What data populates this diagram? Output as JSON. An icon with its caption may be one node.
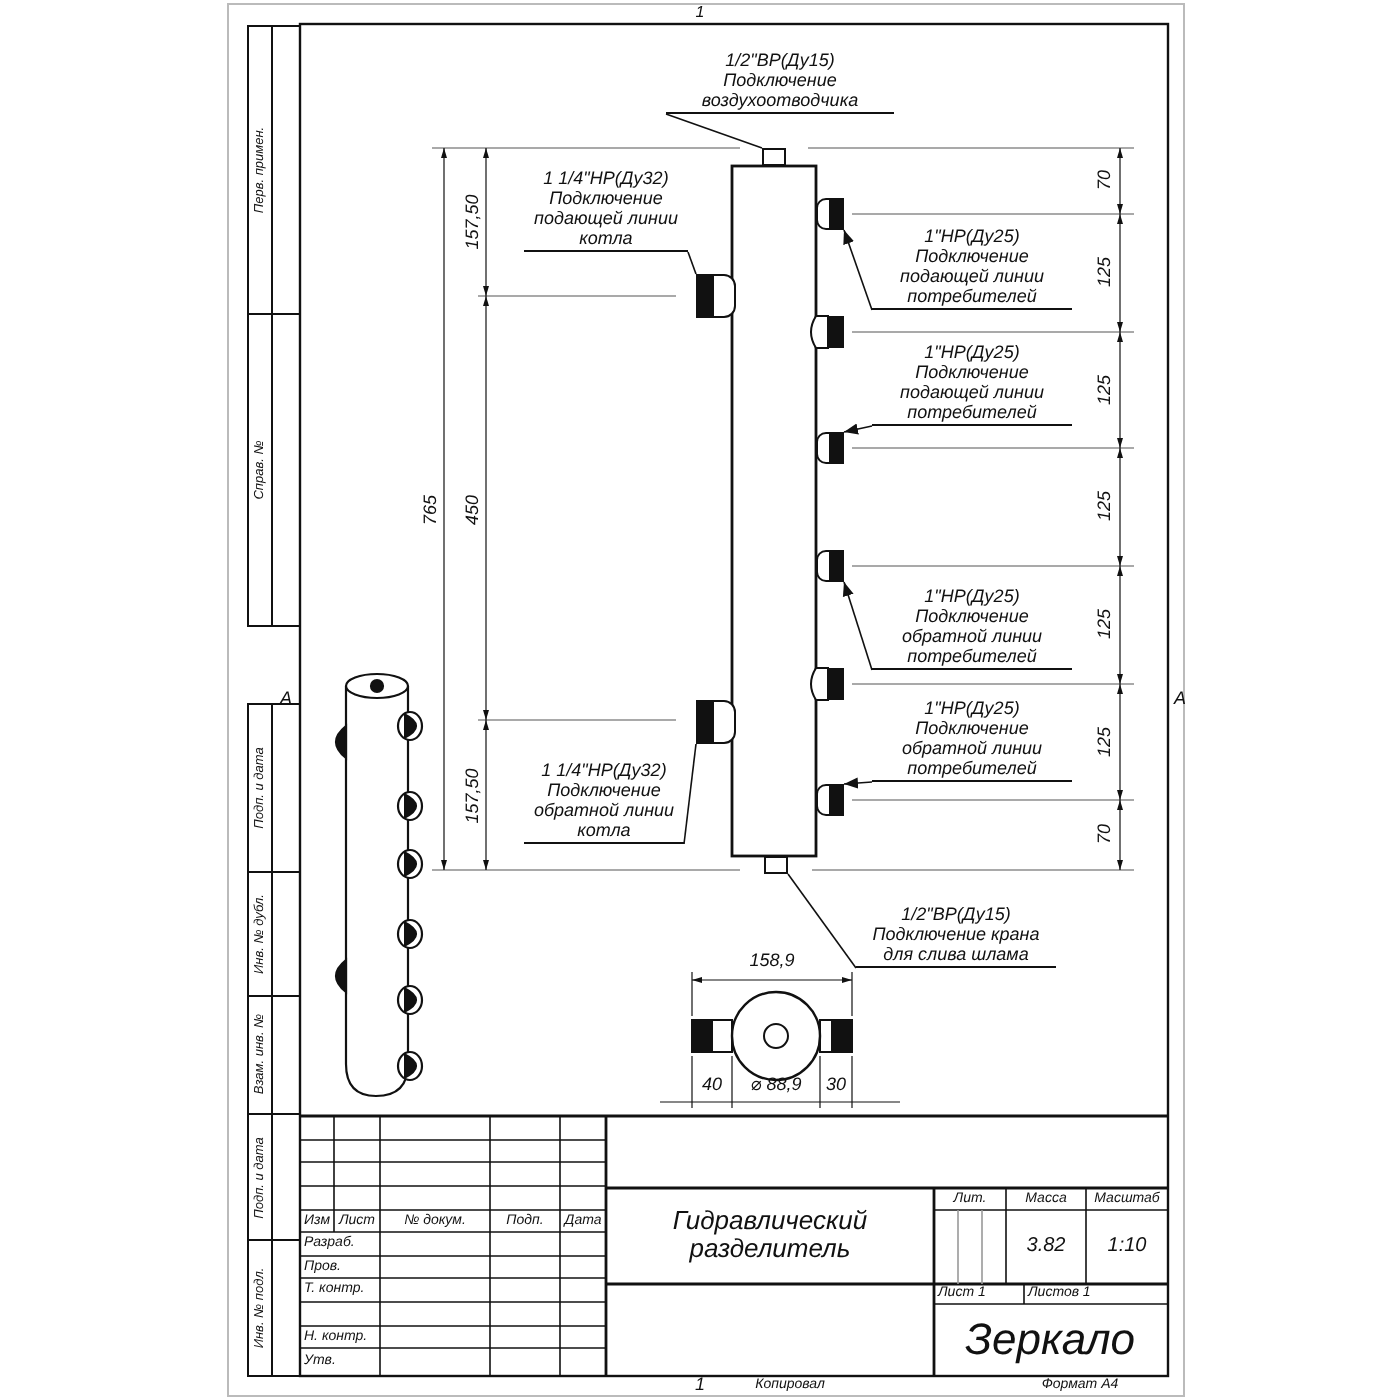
{
  "diagram": {
    "nodes": [
      {
        "text": [
          "1/2\"ВР(Ду15)",
          "Подключение воздухоотводчика"
        ]
      },
      {
        "text": [],
        "shape": "box"
      },
      {
        "text": [
          "1 1/4\"НР(Ду32)",
          "Подключение подающей линии котла"
        ]
      },
      {
        "text": [],
        "shape": "box"
      },
      {
        "text": [
          "1\"НР(Ду25)",
          "Подключение подающей линии потребителей"
        ]
      },
      {
        "text": [],
        "shape": "box"
      },
      {
        "text": [
          "1\"НР(Ду25)",
          "Подключение подающей линии потребителей"
        ]
      },
      {
        "text": [],
        "shape": "box"
      },
      {
        "text": [
          "1\"НР(Ду25)",
          "Подключение обратной линии потребителей"
        ]
      },
      {
        "text": [],
        "shape": "box"
      },
      {
        "text": [
          "1\"НР(Ду25)",
          "Подключение обратной линии потребителей"
        ]
      },
      {
        "text": [],
        "shape": "box"
      },
      {
        "text": [
          "1 1/4\"НР(Ду32)",
          "Подключение обратной линии котла"
        ]
      },
      {
        "text": [],
        "shape": "box"
      },
      {
        "text": [
          "1/2\"ВР(Ду15)",
          "Подключение крана для слива шлама"
        ]
      },
      {
        "text": [],
        "shape": "box"
      }
    ],
    "edges": [
      {
        "from": 0,
        "to": 1,
        "arrow": "none"
      },
      {
        "from": 2,
        "to": 3,
        "arrow": "none"
      },
      {
        "from": 4,
        "to": 5,
        "arrow": "to"
      },
      {
        "from": 6,
        "to": 7,
        "arrow": "to"
      },
      {
        "from": 8,
        "to": 9,
        "arrow": "to"
      },
      {
        "from": 10,
        "to": 11,
        "arrow": "to"
      },
      {
        "from": 12,
        "to": 13,
        "arrow": "none"
      },
      {
        "from": 14,
        "to": 15,
        "arrow": "none"
      }
    ],
    "labels": [
      "1",
      "Перв. примен.",
      "Справ. №",
      "157,50",
      "765",
      "450",
      "157,50",
      "70",
      "125",
      "125",
      "125",
      "125",
      "125",
      "70",
      "А",
      "А",
      "Подп. и дата",
      "Инв. № дубл.",
      "Взам. инв. №",
      "158,9",
      "40",
      "⌀ 88,9",
      "30",
      "Подп. и дата",
      "Инв. № подл.",
      "Лит.",
      "Масса",
      "Масштаб",
      "Изм",
      "Лист",
      "№ докум.",
      "Подп.",
      "Дата",
      "Разраб.",
      "Гидравлический разделитель",
      "3.82",
      "1:10",
      "Пров.",
      "Т. контр.",
      "Лист 1",
      "Листов 1",
      "Н. контр.",
      "Зеркало",
      "Утв.",
      "1",
      "Копировал",
      "Формат А4"
    ]
  }
}
